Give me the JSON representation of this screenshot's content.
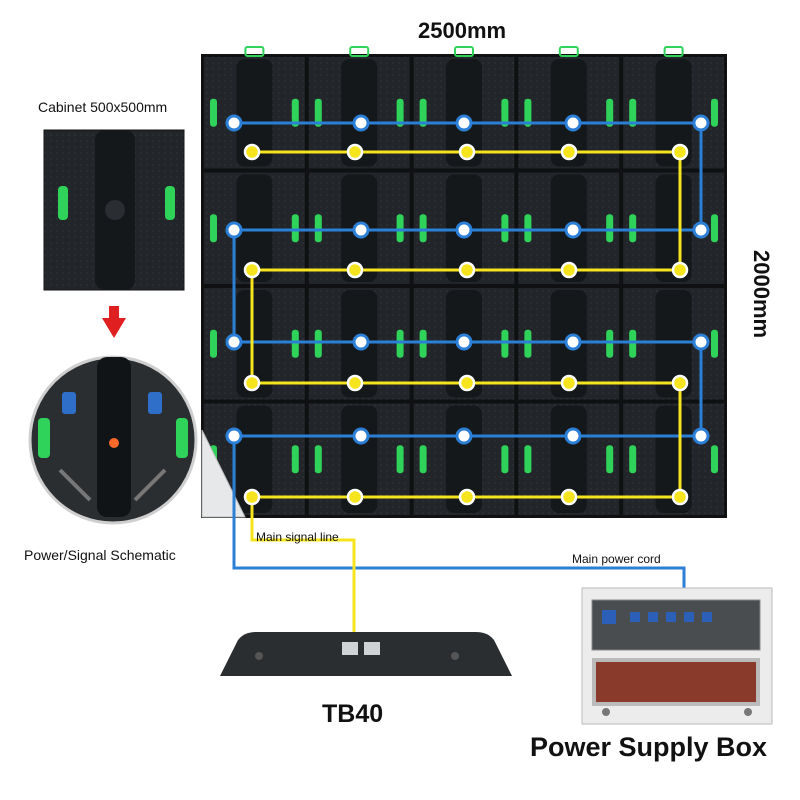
{
  "labels": {
    "width_dim": "2500mm",
    "height_dim": "2000mm",
    "cabinet": "Cabinet 500x500mm",
    "schematic": "Power/Signal Schematic",
    "signal_line": "Main signal line",
    "power_cord": "Main power cord",
    "controller": "TB40",
    "power_box": "Power Supply Box"
  },
  "colors": {
    "signal_line": "#f5e41e",
    "power_line": "#2b7fd6",
    "cabinet_dark": "#1e2124",
    "cabinet_green": "#2fd35a",
    "arrow_red": "#e02020",
    "power_box_panel": "#8a3a2a"
  },
  "grid": {
    "columns": 5,
    "rows": 4
  }
}
